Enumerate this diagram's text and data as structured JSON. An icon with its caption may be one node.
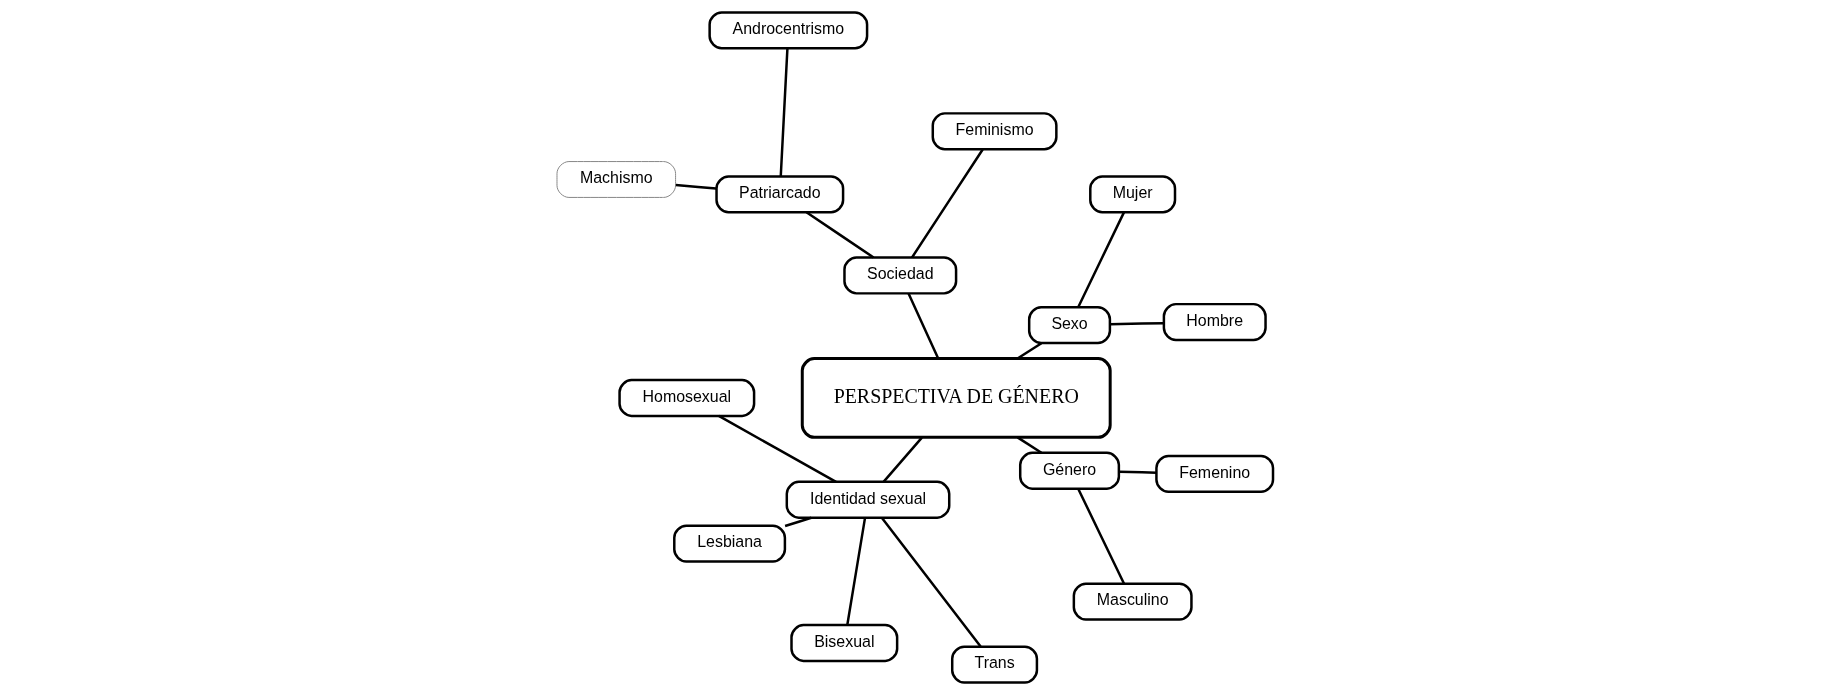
{
  "diagram": {
    "nodes": [
      {
        "text": [
          "PERSPECTIVA DE GÉNERO"
        ]
      },
      {
        "text": [
          "Sexo"
        ]
      },
      {
        "text": [
          "Hombre"
        ]
      },
      {
        "text": [
          "Mujer"
        ]
      },
      {
        "text": [
          "Sociedad"
        ]
      },
      {
        "text": [
          "Feminismo"
        ]
      },
      {
        "text": [
          "Patriarcado"
        ]
      },
      {
        "text": [
          "Androcentrismo"
        ]
      },
      {
        "text": [
          "Machismo"
        ]
      },
      {
        "text": [
          "Identidad sexual"
        ]
      },
      {
        "text": [
          "Homosexual"
        ]
      },
      {
        "text": [
          "Lesbiana"
        ]
      },
      {
        "text": [
          "Bisexual"
        ]
      },
      {
        "text": [
          "Trans"
        ]
      },
      {
        "text": [
          "Género"
        ]
      },
      {
        "text": [
          "Masculino"
        ]
      },
      {
        "text": [
          "Femenino"
        ]
      }
    ],
    "edges": [
      {
        "from": 0,
        "to": 1,
        "arrow": "none"
      },
      {
        "from": 1,
        "to": 2,
        "arrow": "none"
      },
      {
        "from": 1,
        "to": 3,
        "arrow": "none"
      },
      {
        "from": 0,
        "to": 4,
        "arrow": "none"
      },
      {
        "from": 4,
        "to": 5,
        "arrow": "none"
      },
      {
        "from": 4,
        "to": 6,
        "arrow": "none"
      },
      {
        "from": 6,
        "to": 7,
        "arrow": "none"
      },
      {
        "from": 6,
        "to": 8,
        "arrow": "none"
      },
      {
        "from": 0,
        "to": 9,
        "arrow": "none"
      },
      {
        "from": 9,
        "to": 10,
        "arrow": "none"
      },
      {
        "from": 9,
        "to": 11,
        "arrow": "none"
      },
      {
        "from": 9,
        "to": 12,
        "arrow": "none"
      },
      {
        "from": 9,
        "to": 13,
        "arrow": "none"
      },
      {
        "from": 0,
        "to": 14,
        "arrow": "none"
      },
      {
        "from": 14,
        "to": 15,
        "arrow": "none"
      },
      {
        "from": 14,
        "to": 16,
        "arrow": "none"
      }
    ]
  }
}
